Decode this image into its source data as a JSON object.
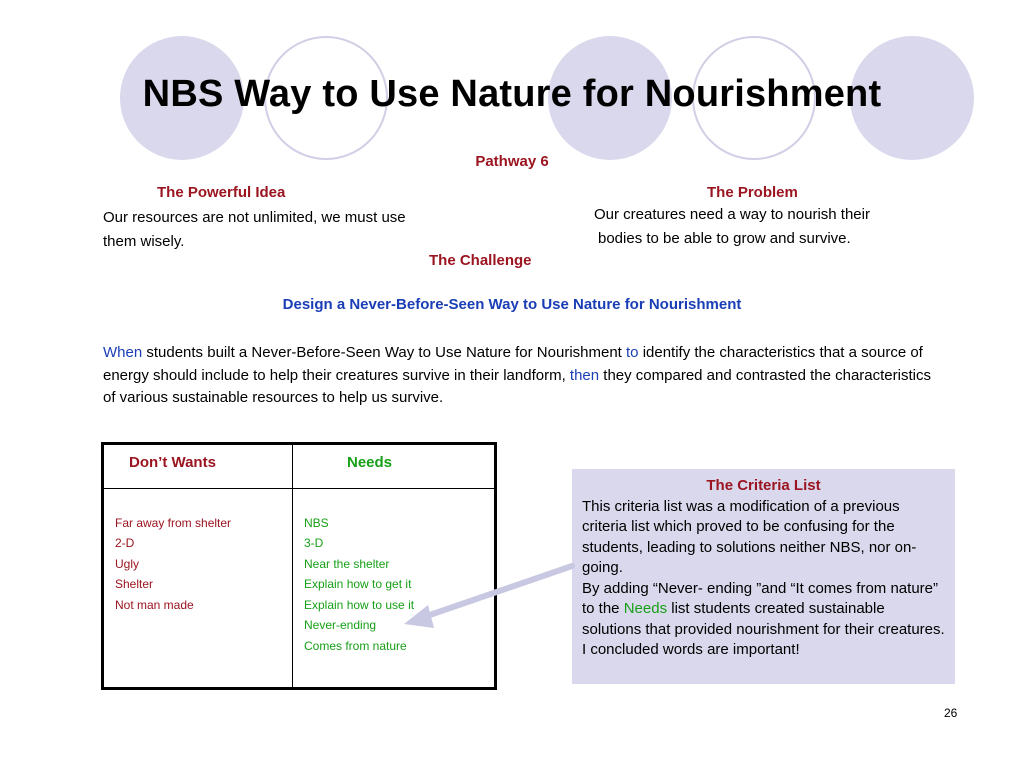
{
  "slide": {
    "title": "NBS Way to Use Nature for Nourishment",
    "pathway": "Pathway 6",
    "powerful_idea": {
      "heading": "The Powerful Idea",
      "text": "Our resources are not unlimited, we must use them wisely."
    },
    "problem": {
      "heading": "The Problem",
      "line1": "Our creatures need a way to nourish their",
      "line2": "bodies to be able to grow and survive."
    },
    "challenge": {
      "heading": "The Challenge",
      "design": "Design a Never-Before-Seen Way to Use Nature for Nourishment"
    },
    "paragraph": {
      "when": "When",
      "part1": " students built a Never-Before-Seen Way to Use Nature for Nourishment ",
      "to": "to",
      "part2": " identify the characteristics that a source of energy should include to help their creatures survive in their landform, ",
      "then": "then",
      "part3": " they compared and contrasted the characteristics of various sustainable resources to help us survive."
    },
    "table": {
      "col1_header": "Don’t Wants",
      "col2_header": "Needs",
      "dont_wants": [
        "Far away from shelter",
        "2-D",
        "Ugly",
        "Shelter",
        "Not man made"
      ],
      "needs": [
        "NBS",
        "3-D",
        "Near the shelter",
        "Explain how to get it",
        "Explain how to use it",
        "Never-ending",
        "Comes from nature"
      ]
    },
    "criteria": {
      "heading": "The Criteria List",
      "text1": "This criteria list was a modification of a previous criteria list which proved to be confusing for the students, leading to solutions neither NBS, nor on-going.",
      "text2a": "By adding “Never- ending ”and “It comes from nature” to the ",
      "needs_word": "Needs",
      "text2b": " list students created sustainable solutions that provided nourishment for their creatures. I concluded words are important!"
    },
    "page_number": "26"
  },
  "colors": {
    "heading_red": "#9b1520",
    "keyword_blue": "#1a3eb5",
    "needs_green": "#17a017",
    "circle_fill": "#d9d8ec"
  }
}
